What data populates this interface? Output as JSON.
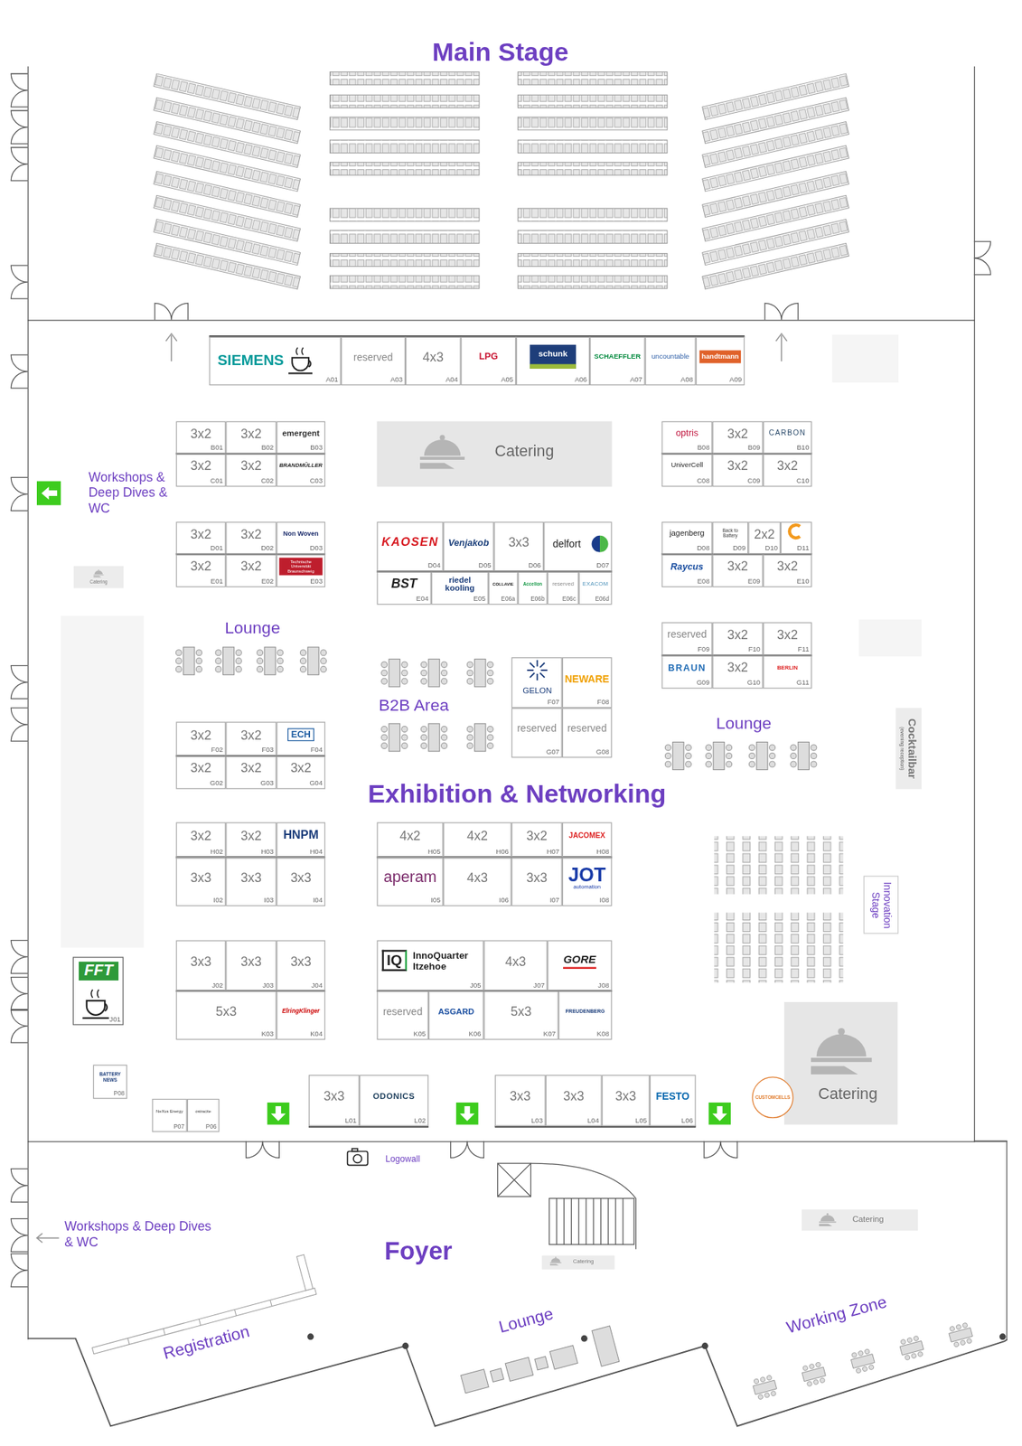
{
  "diagram": {
    "nodes": [
      {
        "text": [
          "Main Stage"
        ]
      },
      {
        "text": [
          "Exhibition & Networking"
        ]
      },
      {
        "text": [
          "SIEMENS",
          "A01"
        ],
        "in": 1
      },
      {
        "text": [
          "reserved",
          "A03"
        ],
        "in": 1
      },
      {
        "text": [
          "4x3",
          "A04"
        ],
        "in": 1
      },
      {
        "text": [
          "LPG",
          "A05"
        ],
        "in": 1
      },
      {
        "text": [
          "schunk",
          "A06"
        ],
        "in": 1
      },
      {
        "text": [
          "SCHAEFFLER",
          "A07"
        ],
        "in": 1
      },
      {
        "text": [
          "uncountable",
          "A08"
        ],
        "in": 1
      },
      {
        "text": [
          "handtmann",
          "A09"
        ],
        "in": 1
      },
      {
        "text": [
          "3x2",
          "B01"
        ],
        "in": 1
      },
      {
        "text": [
          "3x2",
          "B02"
        ],
        "in": 1
      },
      {
        "text": [
          "emergent",
          "B03"
        ],
        "in": 1
      },
      {
        "text": [
          "3x2",
          "C01"
        ],
        "in": 1
      },
      {
        "text": [
          "3x2",
          "C02"
        ],
        "in": 1
      },
      {
        "text": [
          "BRANDMÜLLER",
          "C03"
        ],
        "in": 1
      },
      {
        "text": [
          "Catering"
        ],
        "in": 1
      },
      {
        "text": [
          "optris",
          "B08"
        ],
        "in": 1
      },
      {
        "text": [
          "3x2",
          "B09"
        ],
        "in": 1
      },
      {
        "text": [
          "CARBON",
          "B10"
        ],
        "in": 1
      },
      {
        "text": [
          "UniverCell",
          "C08"
        ],
        "in": 1
      },
      {
        "text": [
          "3x2",
          "C09"
        ],
        "in": 1
      },
      {
        "text": [
          "3x2",
          "C10"
        ],
        "in": 1
      },
      {
        "text": [
          "Catering"
        ],
        "in": 1
      },
      {
        "text": [
          "3x2",
          "D01"
        ],
        "in": 1
      },
      {
        "text": [
          "3x2",
          "D02"
        ],
        "in": 1
      },
      {
        "text": [
          "Non Woven",
          "D03"
        ],
        "in": 1
      },
      {
        "text": [
          "3x2",
          "E01"
        ],
        "in": 1
      },
      {
        "text": [
          "3x2",
          "E02"
        ],
        "in": 1
      },
      {
        "text": [
          "Technische Universität Braunschweig",
          "E03"
        ],
        "in": 1
      },
      {
        "text": [
          "KAOSEN",
          "D04"
        ],
        "in": 1
      },
      {
        "text": [
          "Venjakob",
          "D05"
        ],
        "in": 1
      },
      {
        "text": [
          "3x3",
          "D06"
        ],
        "in": 1
      },
      {
        "text": [
          "delfort",
          "D07"
        ],
        "in": 1
      },
      {
        "text": [
          "BST",
          "E04"
        ],
        "in": 1
      },
      {
        "text": [
          "riedel kooling",
          "E05"
        ],
        "in": 1
      },
      {
        "text": [
          "COLLAVIE",
          "E06a"
        ],
        "in": 1
      },
      {
        "text": [
          "Accelion",
          "E06b"
        ],
        "in": 1
      },
      {
        "text": [
          "reserved",
          "E06c"
        ],
        "in": 1
      },
      {
        "text": [
          "EXACOM",
          "E06d"
        ],
        "in": 1
      },
      {
        "text": [
          "jagenberg",
          "D08"
        ],
        "in": 1
      },
      {
        "text": [
          "Back to Battery",
          "D09"
        ],
        "in": 1
      },
      {
        "text": [
          "2x2",
          "D10"
        ],
        "in": 1
      },
      {
        "text": [
          "D11"
        ],
        "in": 1
      },
      {
        "text": [
          "Raycus",
          "E08"
        ],
        "in": 1
      },
      {
        "text": [
          "3x2",
          "E09"
        ],
        "in": 1
      },
      {
        "text": [
          "3x2",
          "E10"
        ],
        "in": 1
      },
      {
        "text": [
          "reserved",
          "F09"
        ],
        "in": 1
      },
      {
        "text": [
          "3x2",
          "F10"
        ],
        "in": 1
      },
      {
        "text": [
          "3x2",
          "F11"
        ],
        "in": 1
      },
      {
        "text": [
          "BRAUN",
          "G09"
        ],
        "in": 1
      },
      {
        "text": [
          "3x2",
          "G10"
        ],
        "in": 1
      },
      {
        "text": [
          "BERLIN",
          "G11"
        ],
        "in": 1
      },
      {
        "text": [
          "GELON",
          "F07"
        ],
        "in": 1
      },
      {
        "text": [
          "NEWARE",
          "F08"
        ],
        "in": 1
      },
      {
        "text": [
          "reserved",
          "G07"
        ],
        "in": 1
      },
      {
        "text": [
          "reserved",
          "G08"
        ],
        "in": 1
      },
      {
        "text": [
          "Cocktailbar",
          "(evening reception)"
        ],
        "in": 1
      },
      {
        "text": [
          "3x2",
          "F02"
        ],
        "in": 1
      },
      {
        "text": [
          "3x2",
          "F03"
        ],
        "in": 1
      },
      {
        "text": [
          "ECH",
          "F04"
        ],
        "in": 1
      },
      {
        "text": [
          "3x2",
          "G02"
        ],
        "in": 1
      },
      {
        "text": [
          "3x2",
          "G03"
        ],
        "in": 1
      },
      {
        "text": [
          "3x2",
          "G04"
        ],
        "in": 1
      },
      {
        "text": [
          "3x2",
          "H02"
        ],
        "in": 1
      },
      {
        "text": [
          "3x2",
          "H03"
        ],
        "in": 1
      },
      {
        "text": [
          "HNPM",
          "H04"
        ],
        "in": 1
      },
      {
        "text": [
          "3x3",
          "I02"
        ],
        "in": 1
      },
      {
        "text": [
          "3x3",
          "I03"
        ],
        "in": 1
      },
      {
        "text": [
          "3x3",
          "I04"
        ],
        "in": 1
      },
      {
        "text": [
          "4x2",
          "H05"
        ],
        "in": 1
      },
      {
        "text": [
          "4x2",
          "H06"
        ],
        "in": 1
      },
      {
        "text": [
          "3x2",
          "H07"
        ],
        "in": 1
      },
      {
        "text": [
          "JACOMEX",
          "H08"
        ],
        "in": 1
      },
      {
        "text": [
          "aperam",
          "I05"
        ],
        "in": 1
      },
      {
        "text": [
          "4x3",
          "I06"
        ],
        "in": 1
      },
      {
        "text": [
          "3x3",
          "I07"
        ],
        "in": 1
      },
      {
        "text": [
          "JOT",
          "automation",
          "I08"
        ],
        "in": 1
      },
      {
        "text": [
          "Innovation Stage"
        ],
        "in": 1
      },
      {
        "text": [
          "3x3",
          "J02"
        ],
        "in": 1
      },
      {
        "text": [
          "3x3",
          "J03"
        ],
        "in": 1
      },
      {
        "text": [
          "3x3",
          "J04"
        ],
        "in": 1
      },
      {
        "text": [
          "5x3",
          "K03"
        ],
        "in": 1
      },
      {
        "text": [
          "ElringKlinger",
          "K04"
        ],
        "in": 1
      },
      {
        "text": [
          "IQ",
          "InnoQuarter Itzehoe",
          "J05"
        ],
        "in": 1
      },
      {
        "text": [
          "4x3",
          "J07"
        ],
        "in": 1
      },
      {
        "text": [
          "GORE",
          "J08"
        ],
        "in": 1
      },
      {
        "text": [
          "reserved",
          "K05"
        ],
        "in": 1
      },
      {
        "text": [
          "ASGARD",
          "K06"
        ],
        "in": 1
      },
      {
        "text": [
          "5x3",
          "K07"
        ],
        "in": 1
      },
      {
        "text": [
          "FREUDENBERG",
          "K08"
        ],
        "in": 1
      },
      {
        "text": [
          "FFT",
          "J01"
        ],
        "in": 1
      },
      {
        "text": [
          "Catering"
        ],
        "in": 1
      },
      {
        "text": [
          "BATTERY NEWS",
          "P08"
        ],
        "in": 1
      },
      {
        "text": [
          "NeXus Energy",
          "P07"
        ],
        "in": 1
      },
      {
        "text": [
          "ostracite",
          "P06"
        ],
        "in": 1
      },
      {
        "text": [
          "3x3",
          "L01"
        ],
        "in": 1
      },
      {
        "text": [
          "ODONICS",
          "L02"
        ],
        "in": 1
      },
      {
        "text": [
          "3x3",
          "L03"
        ],
        "in": 1
      },
      {
        "text": [
          "3x3",
          "L04"
        ],
        "in": 1
      },
      {
        "text": [
          "3x3",
          "L05"
        ],
        "in": 1
      },
      {
        "text": [
          "FESTO",
          "L06"
        ],
        "in": 1
      },
      {
        "text": [
          "CUSTOMCELLS"
        ],
        "in": 1
      },
      {
        "text": [
          "Foyer"
        ]
      },
      {
        "text": [
          "Catering"
        ],
        "in": 103
      },
      {
        "text": [
          "Catering"
        ],
        "in": 103
      }
    ],
    "labels": [
      "Workshops & Deep Dives & WC",
      "Lounge",
      "B2B Area",
      "Lounge",
      "Logowall",
      "Workshops & Deep Dives & WC",
      "Registration",
      "Lounge",
      "Working Zone"
    ]
  }
}
